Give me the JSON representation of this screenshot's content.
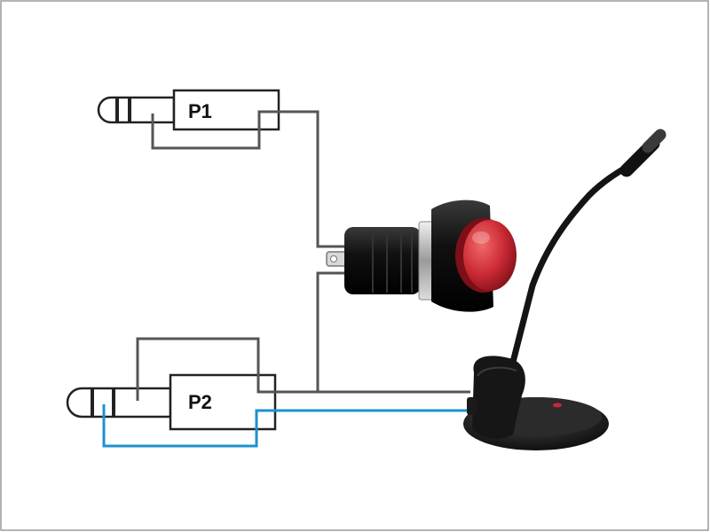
{
  "diagram": {
    "plugs": [
      {
        "id": "p1",
        "label": "P1"
      },
      {
        "id": "p2",
        "label": "P2"
      }
    ],
    "components": [
      {
        "id": "push-button",
        "icon": "push-button-switch-icon",
        "cap_color": "#c8283a"
      },
      {
        "id": "desk-microphone",
        "icon": "desk-microphone-icon"
      }
    ],
    "colors": {
      "frame": "#9a9a9a",
      "wire_gray": "#555555",
      "wire_blue": "#1e90d0",
      "plug_outline": "#222222"
    }
  }
}
